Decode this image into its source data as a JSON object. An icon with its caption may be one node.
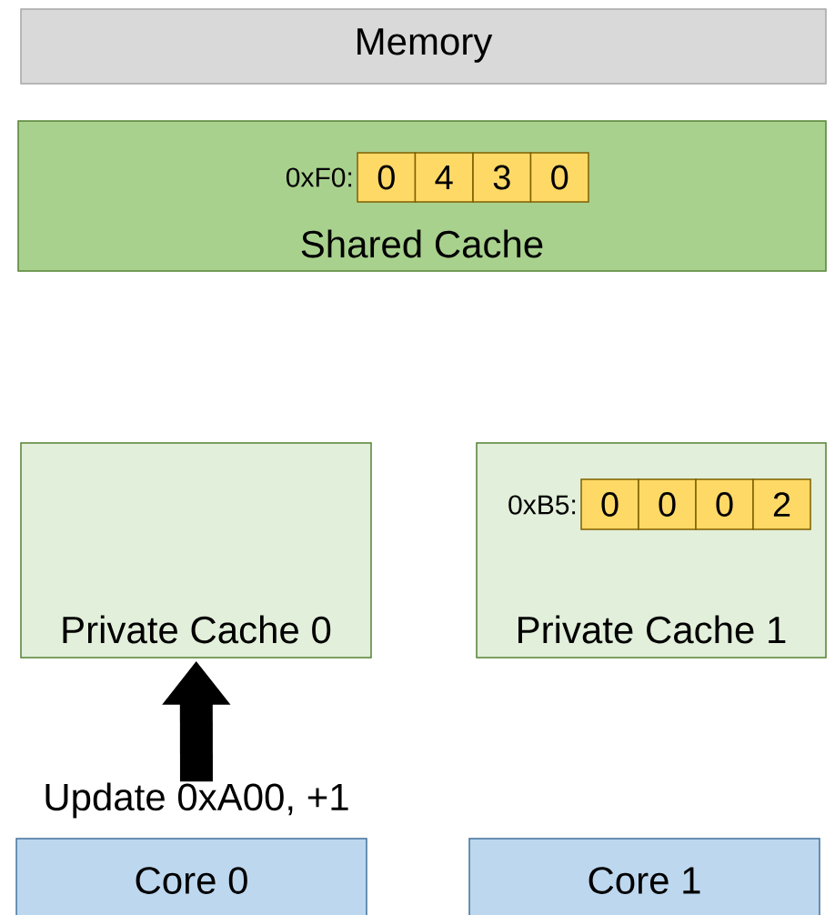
{
  "diagram": {
    "nodes": [
      {
        "text": [
          "Memory"
        ]
      },
      {
        "text": [
          "Shared Cache"
        ]
      },
      {
        "text": [
          "0"
        ],
        "in": 1
      },
      {
        "text": [
          "4"
        ],
        "in": 1
      },
      {
        "text": [
          "3"
        ],
        "in": 1
      },
      {
        "text": [
          "0"
        ],
        "in": 1
      },
      {
        "text": [
          "Private Cache 0"
        ]
      },
      {
        "text": [
          "Private Cache 1"
        ]
      },
      {
        "text": [
          "0"
        ],
        "in": 7
      },
      {
        "text": [
          "0"
        ],
        "in": 7
      },
      {
        "text": [
          "0"
        ],
        "in": 7
      },
      {
        "text": [
          "2"
        ],
        "in": 7
      },
      {
        "text": [
          "Update 0xA00, +1"
        ]
      },
      {
        "text": [
          "Core 0"
        ]
      },
      {
        "text": [
          "Core 1"
        ]
      }
    ],
    "edges": [
      {
        "from": 12,
        "to": 6,
        "arrow": "to"
      }
    ],
    "labels": [
      "0xF0:",
      "0xB5:"
    ]
  }
}
